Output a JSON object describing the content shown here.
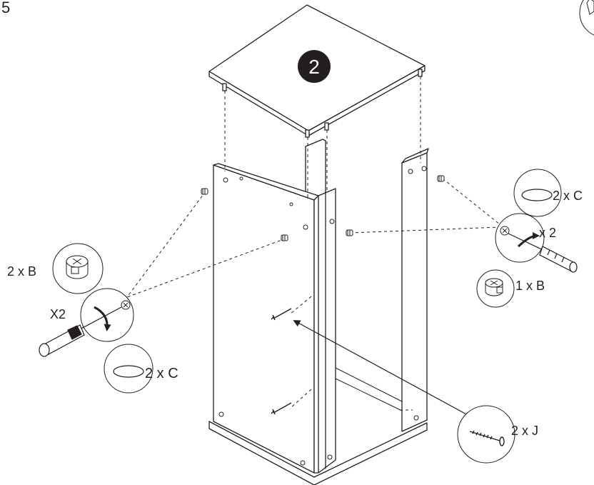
{
  "step_number": "5",
  "panel_marker": "2",
  "callouts": {
    "top_right_cam_lock": "2 x C",
    "right_turn_count": "x 2",
    "right_cam_bolt": "1 x B",
    "left_cam_bolt": "2 x B",
    "left_turn_count": "X2",
    "left_cam_lock": "2 x C",
    "screws": "2 x J"
  },
  "icons": [
    "screwdriver-icon",
    "cam-lock-icon",
    "cam-bolt-icon",
    "screw-icon",
    "rotation-arrow-icon",
    "direction-arrow-icon"
  ],
  "colors": {
    "line": "#231f20",
    "fill": "#ffffff",
    "marker": "#231f20"
  }
}
